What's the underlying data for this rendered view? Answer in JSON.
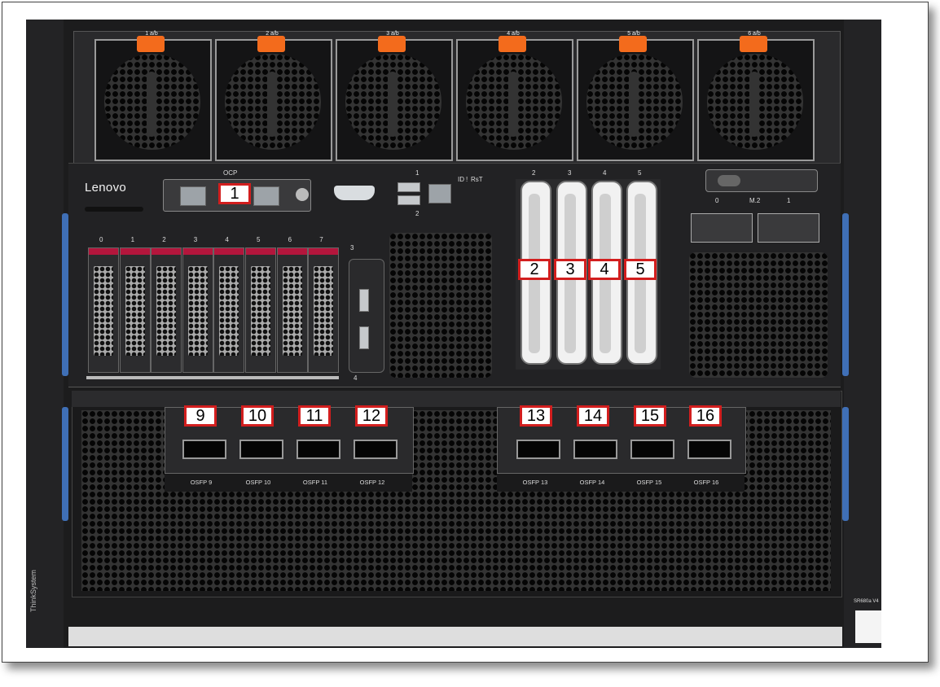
{
  "logo": "Lenovo",
  "side_label": "ThinkSystem",
  "model_label": "SR680a V4",
  "fans": [
    "1 a/b",
    "2 a/b",
    "3 a/b",
    "4 a/b",
    "5 a/b",
    "6 a/b"
  ],
  "ocp_label": "OCP",
  "usb_labels": [
    "1",
    "2",
    "3",
    "4"
  ],
  "id_labels": [
    "ID",
    "!",
    "RsT"
  ],
  "drive_bays": [
    "0",
    "1",
    "2",
    "3",
    "4",
    "5",
    "6",
    "7"
  ],
  "pcie_slot_numbers": [
    "2",
    "3",
    "4",
    "5"
  ],
  "m2_label": "M.2",
  "m2_slots": [
    "0",
    "1"
  ],
  "osfp_ports": [
    "OSFP 9",
    "OSFP 10",
    "OSFP 11",
    "OSFP 12",
    "OSFP 13",
    "OSFP 14",
    "OSFP 15",
    "OSFP 16"
  ],
  "callouts": [
    "1",
    "2",
    "3",
    "4",
    "5",
    "9",
    "10",
    "11",
    "12",
    "13",
    "14",
    "15",
    "16"
  ],
  "colors": {
    "fan_handle": "#f36b1c",
    "drive_tab": "#b3163c",
    "callout_border": "#d21e1e",
    "side_rail": "#3f6fb6"
  }
}
